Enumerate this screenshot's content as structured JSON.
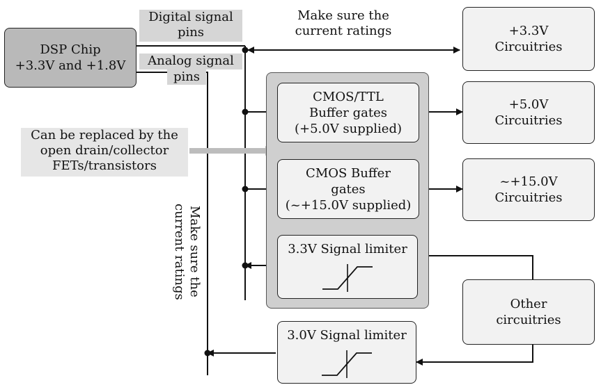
{
  "dsp_chip": {
    "line1": "DSP Chip",
    "line2": "+3.3V and +1.8V"
  },
  "digital_pins_label": {
    "line1": "Digital signal",
    "line2": "pins"
  },
  "analog_pins_label": {
    "line1": "Analog signal",
    "line2": "pins"
  },
  "current_note_top": {
    "line1": "Make sure the",
    "line2": "current ratings"
  },
  "current_note_vertical": {
    "line1": "Make sure the",
    "line2": "current ratings"
  },
  "replace_note": {
    "line1": "Can be replaced by the",
    "line2": "open drain/collector",
    "line3": "FETs/transistors"
  },
  "cmos_ttl": {
    "line1": "CMOS/TTL",
    "line2": "Buffer gates",
    "line3": "(+5.0V supplied)"
  },
  "cmos_buffer": {
    "line1": "CMOS Buffer",
    "line2": "gates",
    "line3": "(~+15.0V supplied)"
  },
  "limiter_33": {
    "label": "3.3V Signal limiter"
  },
  "limiter_30": {
    "label": "3.0V Signal limiter"
  },
  "circ_33": {
    "line1": "+3.3V",
    "line2": "Circuitries"
  },
  "circ_50": {
    "line1": "+5.0V",
    "line2": "Circuitries"
  },
  "circ_150": {
    "line1": "~+15.0V",
    "line2": "Circuitries"
  },
  "other": {
    "line1": "Other",
    "line2": "circuitries"
  },
  "colors": {
    "box_fill": "#f2f2f2",
    "chip_fill": "#b9b9b9",
    "panel_fill": "#cfcfcf",
    "arrow_gray": "#bdbdbd"
  }
}
